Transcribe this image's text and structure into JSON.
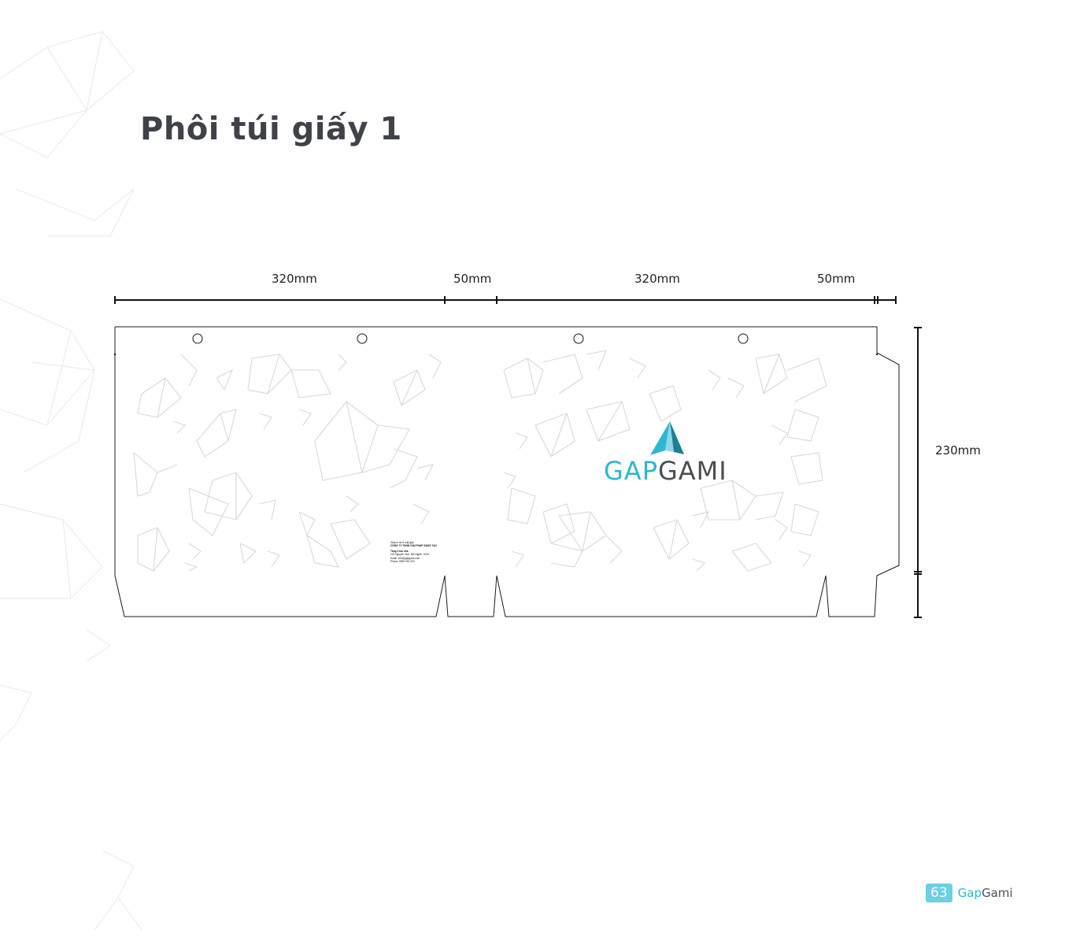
{
  "title": "Phôi túi giấy 1",
  "dimensions": {
    "width_1": "320mm",
    "width_2": "50mm",
    "width_3": "320mm",
    "width_4": "50mm",
    "height": "230mm"
  },
  "brand": {
    "part1": "GAP",
    "part2": "GAMI",
    "colors": {
      "primary": "#2eb8d0",
      "dark": "#4c4e52"
    }
  },
  "info_block": {
    "lines": [
      "Giấy in túi ở mặt gấp",
      "CÔNG TY TNHH GIẢI PHÁP SÁNG TẠO",
      "Tầng 3 tòa nhà",
      "123 Nguyễn Huệ, Bến Nghé, HCM",
      "Email: info@gapgami.com",
      "Phone: 0909 000 000"
    ]
  },
  "footer": {
    "page_number": "63",
    "brand_part1": "Gap",
    "brand_part2": "Gami"
  },
  "colors": {
    "dieline": "#1a1a1a",
    "pattern": "#d8d8d8",
    "title": "#3f4249",
    "page_badge": "#6ccfe4"
  }
}
